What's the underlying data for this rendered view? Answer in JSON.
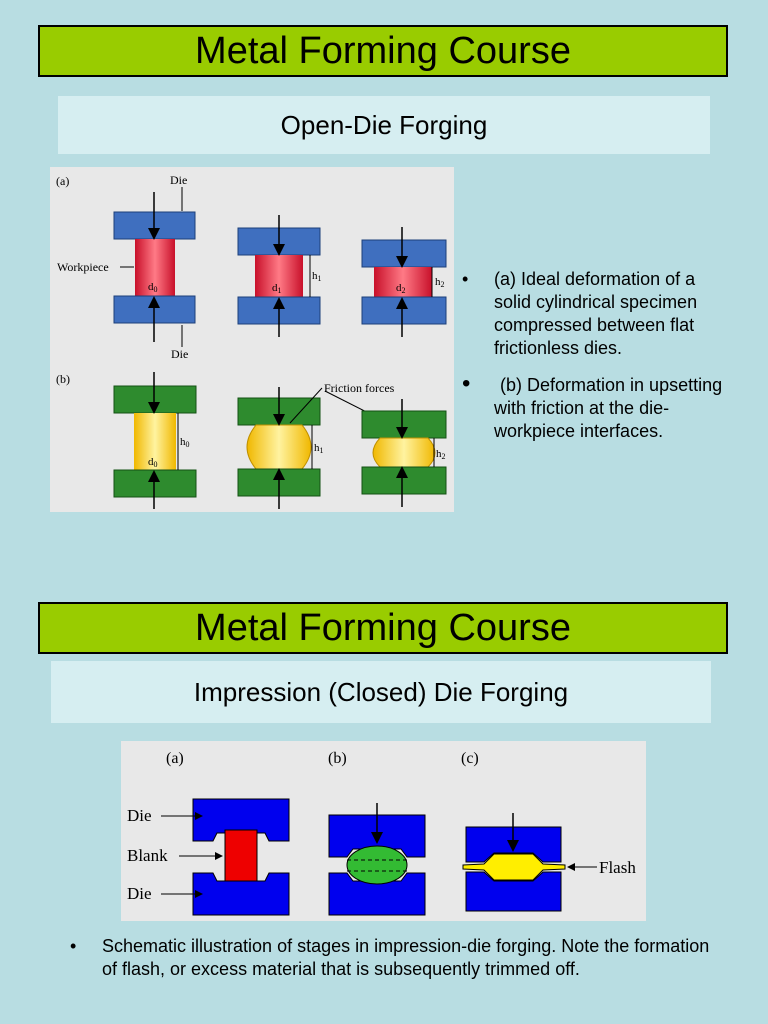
{
  "slide1": {
    "title": "Metal Forming Course",
    "subtitle": "Open-Die Forging",
    "figure": {
      "label_a": "(a)",
      "label_b": "(b)",
      "die": "Die",
      "workpiece": "Workpiece",
      "friction": "Friction  forces",
      "d0": "d",
      "d1": "d",
      "d2": "d",
      "sub0": "0",
      "sub1": "1",
      "sub2": "2",
      "h": "h"
    },
    "bullets": [
      "(a) Ideal deformation of a solid cylindrical specimen compressed between flat frictionless dies.",
      "(b) Deformation in upsetting with friction at the die-workpiece interfaces."
    ]
  },
  "slide2": {
    "title": "Metal Forming Course",
    "subtitle": "Impression (Closed) Die Forging",
    "figure": {
      "label_a": "(a)",
      "label_b": "(b)",
      "label_c": "(c)",
      "die_top": "Die",
      "blank": "Blank",
      "die_bottom": "Die",
      "flash": "Flash"
    },
    "bullets": [
      "Schematic illustration of stages in impression-die forging. Note the formation of flash, or excess material that is subsequently trimmed off."
    ]
  },
  "colors": {
    "background": "#b8dde2",
    "title_bar": "#99cc00",
    "die_blue": "#3f6fbf",
    "die_green": "#2e8b2e",
    "workpiece_red": "#dd2030",
    "workpiece_yellow": "#f5cc33",
    "closed_die_blue": "#0000ee",
    "blank_red": "#ee0000",
    "blank_green": "#33bb33",
    "blank_yellow": "#ffee00"
  }
}
